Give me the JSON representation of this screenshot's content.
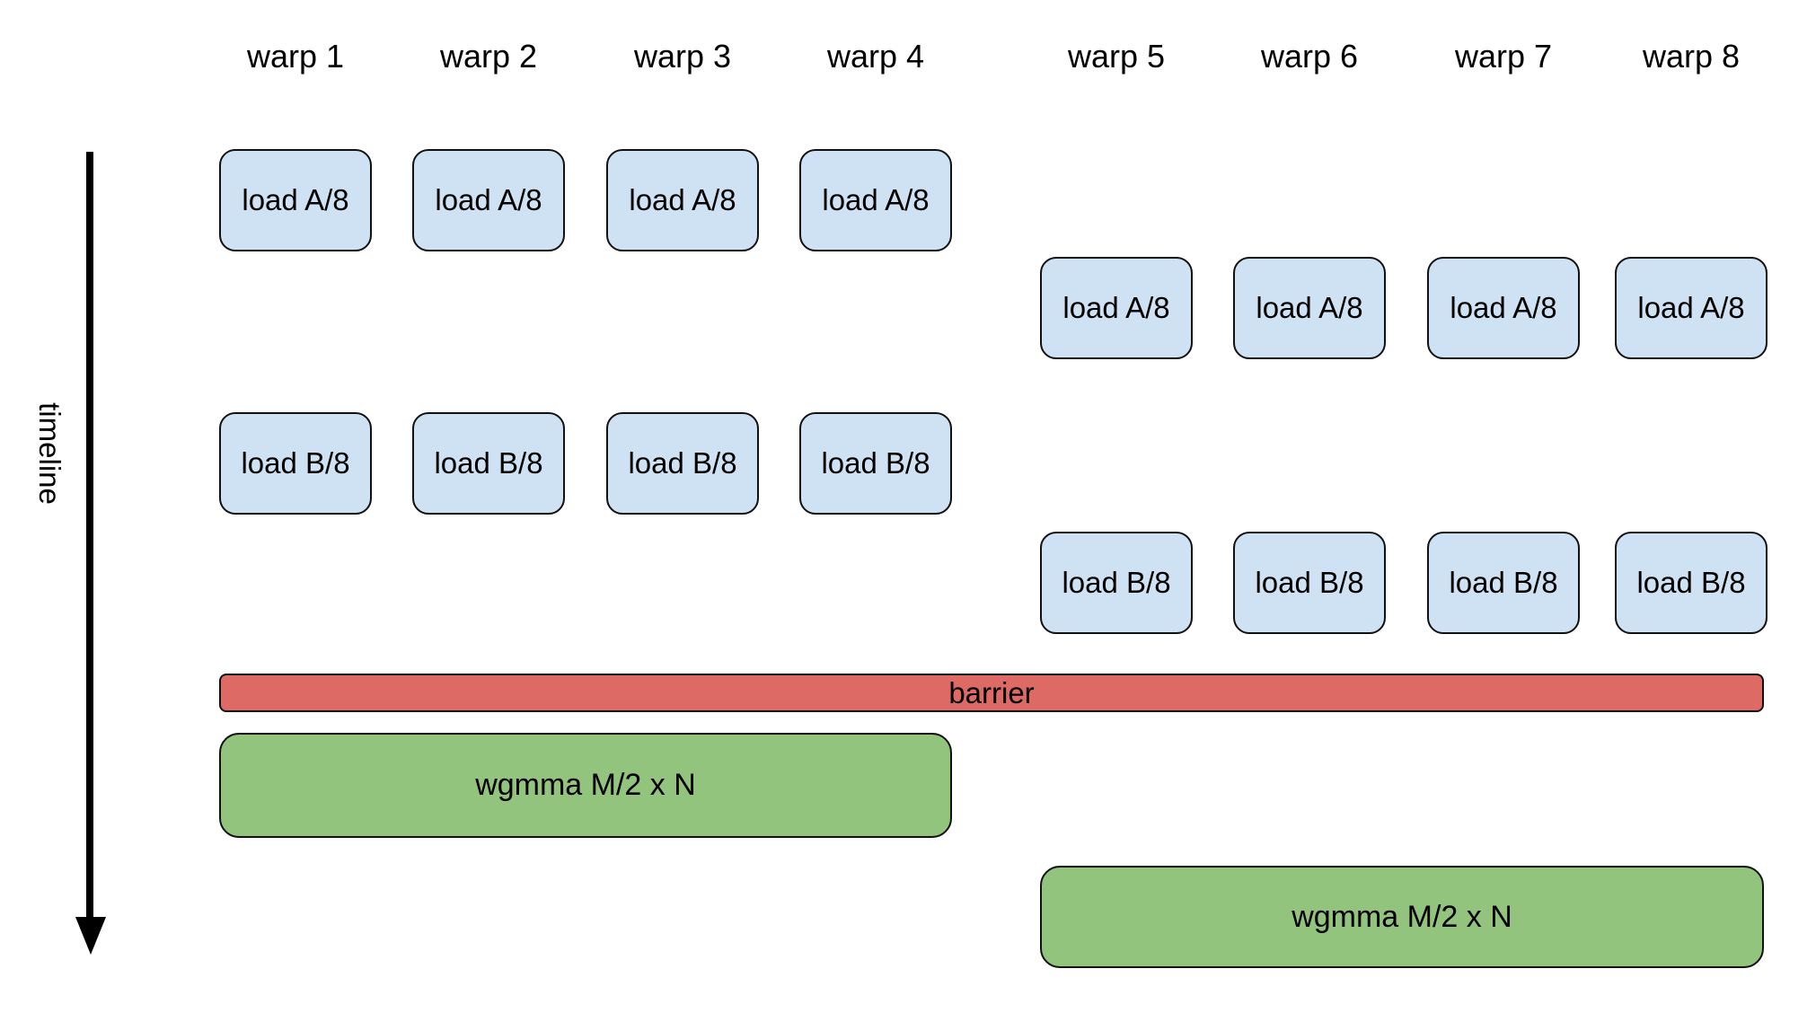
{
  "timeline": {
    "label": "timeline"
  },
  "warps": [
    "warp 1",
    "warp 2",
    "warp 3",
    "warp 4",
    "warp 5",
    "warp 6",
    "warp 7",
    "warp 8"
  ],
  "labels": {
    "load_a": "load A/8",
    "load_b": "load B/8",
    "barrier": "barrier",
    "wgmma": "wgmma M/2 x N"
  },
  "colors": {
    "load_box_fill": "#cfe2f3",
    "barrier_fill": "#dd6a65",
    "wgmma_fill": "#93c47d",
    "outline": "#111111",
    "text": "#000000",
    "background": "#ffffff"
  }
}
